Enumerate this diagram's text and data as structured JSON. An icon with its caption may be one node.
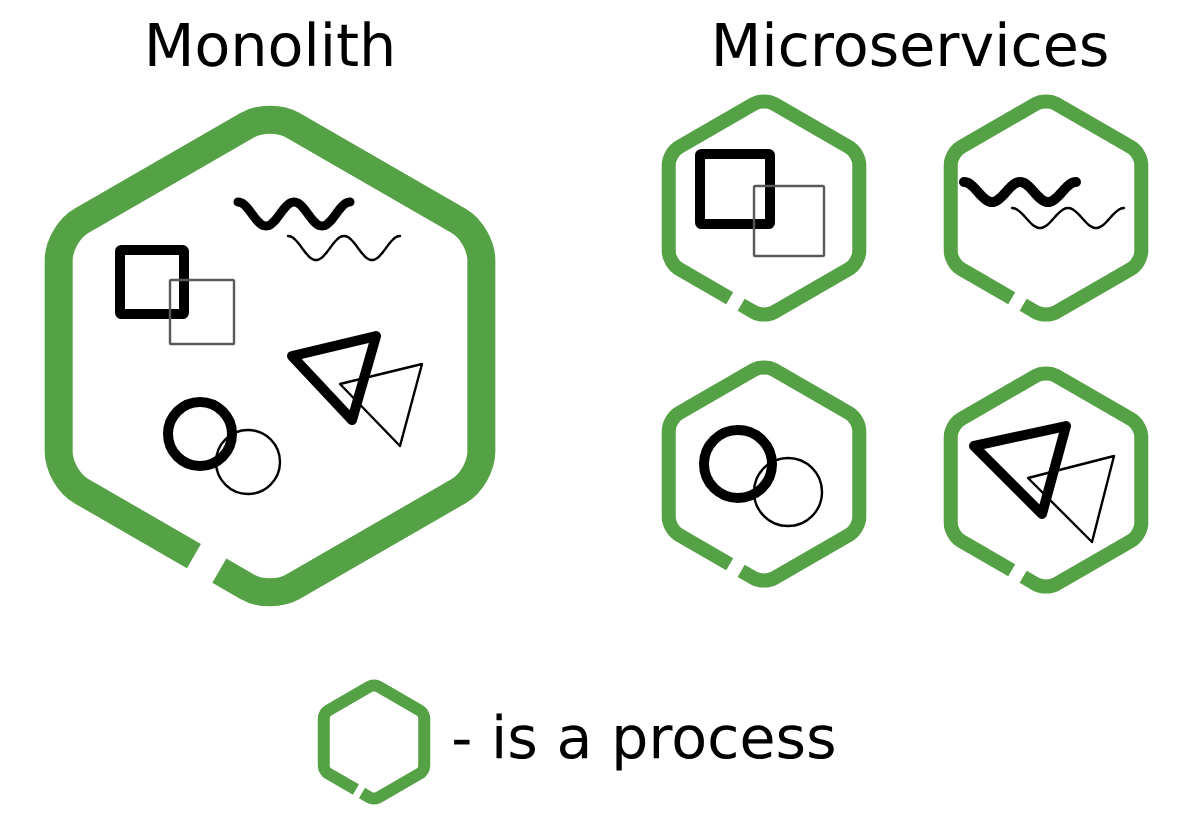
{
  "diagram": {
    "nodes": [
      {
        "text": [],
        "shape": "hexagon"
      },
      {
        "text": [],
        "shape": "hexagon"
      },
      {
        "text": [],
        "shape": "hexagon"
      },
      {
        "text": [],
        "shape": "hexagon"
      },
      {
        "text": [],
        "shape": "hexagon"
      }
    ],
    "edges": [],
    "labels": [
      "Monolith",
      "Microservices"
    ],
    "legend": [
      {
        "text": "- is a process"
      }
    ]
  }
}
